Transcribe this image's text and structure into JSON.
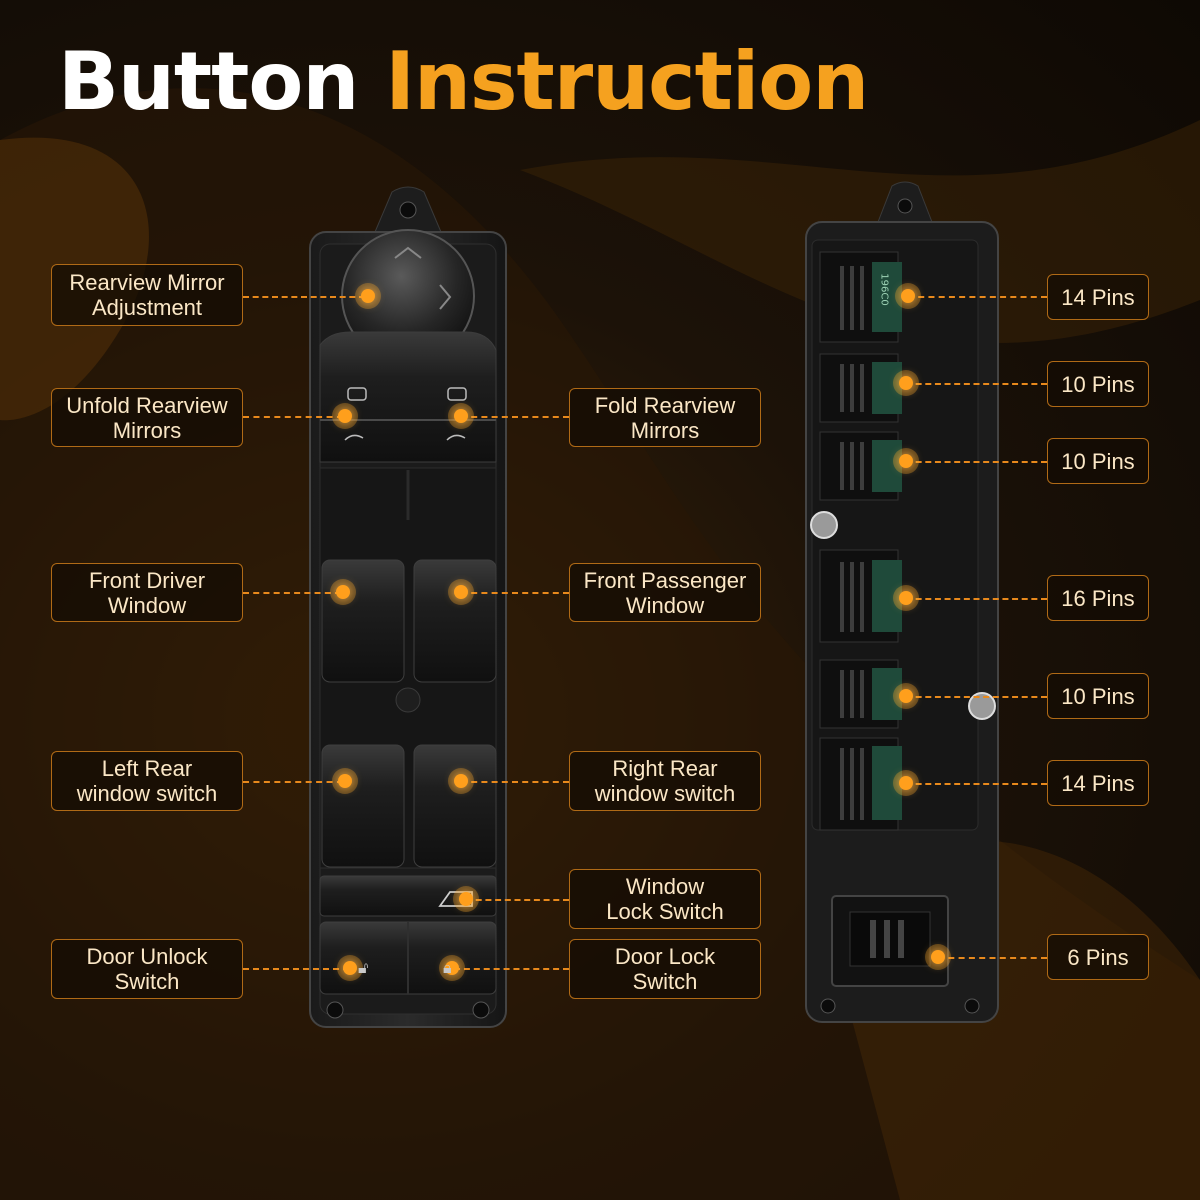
{
  "header": {
    "title_word1": "Button",
    "title_word2": "Instruction"
  },
  "colors": {
    "accent": "#f5a11f",
    "dot": "#ff9f1c",
    "leader": "#e8891c",
    "label_text": "#fbe7c6",
    "title_white": "#ffffff"
  },
  "left_labels": {
    "mirror_adjust": "Rearview Mirror\nAdjustment",
    "unfold_mirrors": "Unfold Rearview\nMirrors",
    "front_driver": "Front Driver\nWindow",
    "left_rear": "Left Rear\nwindow switch",
    "door_unlock": "Door Unlock\nSwitch"
  },
  "center_labels": {
    "fold_mirrors": "Fold Rearview\nMirrors",
    "front_passenger": "Front Passenger\nWindow",
    "right_rear": "Right Rear\nwindow switch",
    "window_lock": "Window\nLock Switch",
    "door_lock": "Door Lock\nSwitch"
  },
  "pin_labels": [
    "14 Pins",
    "10 Pins",
    "10 Pins",
    "16 Pins",
    "10 Pins",
    "14 Pins",
    "6 Pins"
  ],
  "pcb_marking": "196C0",
  "icons": [
    "mirror-joystick-icon",
    "mirror-fold-icon",
    "window-switch-icon",
    "window-lock-icon",
    "unlock-icon",
    "lock-icon"
  ]
}
